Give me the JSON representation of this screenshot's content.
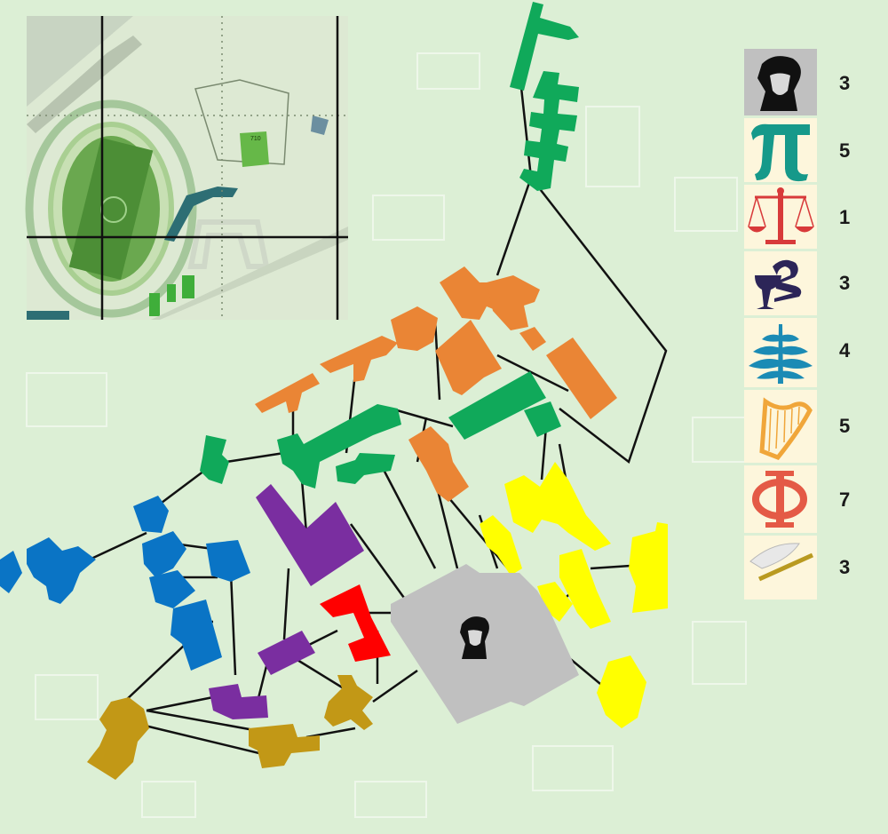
{
  "map": {
    "background": "#dcefd5",
    "faction_colors": {
      "green": "#10a95a",
      "orange": "#ea8535",
      "yellow": "#ffff00",
      "blue": "#0a74c5",
      "purple": "#7a2ea0",
      "red": "#ff0000",
      "gold": "#c29816",
      "gray": "#c0c0c0"
    },
    "center_icon": "portrait-icon",
    "inset": {
      "label": "710",
      "icon": "campus-inset-map"
    }
  },
  "legend": {
    "items": [
      {
        "icon": "portrait-icon",
        "count": "3"
      },
      {
        "icon": "pi-icon",
        "count": "5"
      },
      {
        "icon": "scales-icon",
        "count": "1"
      },
      {
        "icon": "snake-bowl-icon",
        "count": "3"
      },
      {
        "icon": "palm-leaf-icon",
        "count": "4"
      },
      {
        "icon": "harp-icon",
        "count": "5"
      },
      {
        "icon": "phi-icon",
        "count": "7"
      },
      {
        "icon": "quill-icon",
        "count": "3"
      }
    ]
  }
}
